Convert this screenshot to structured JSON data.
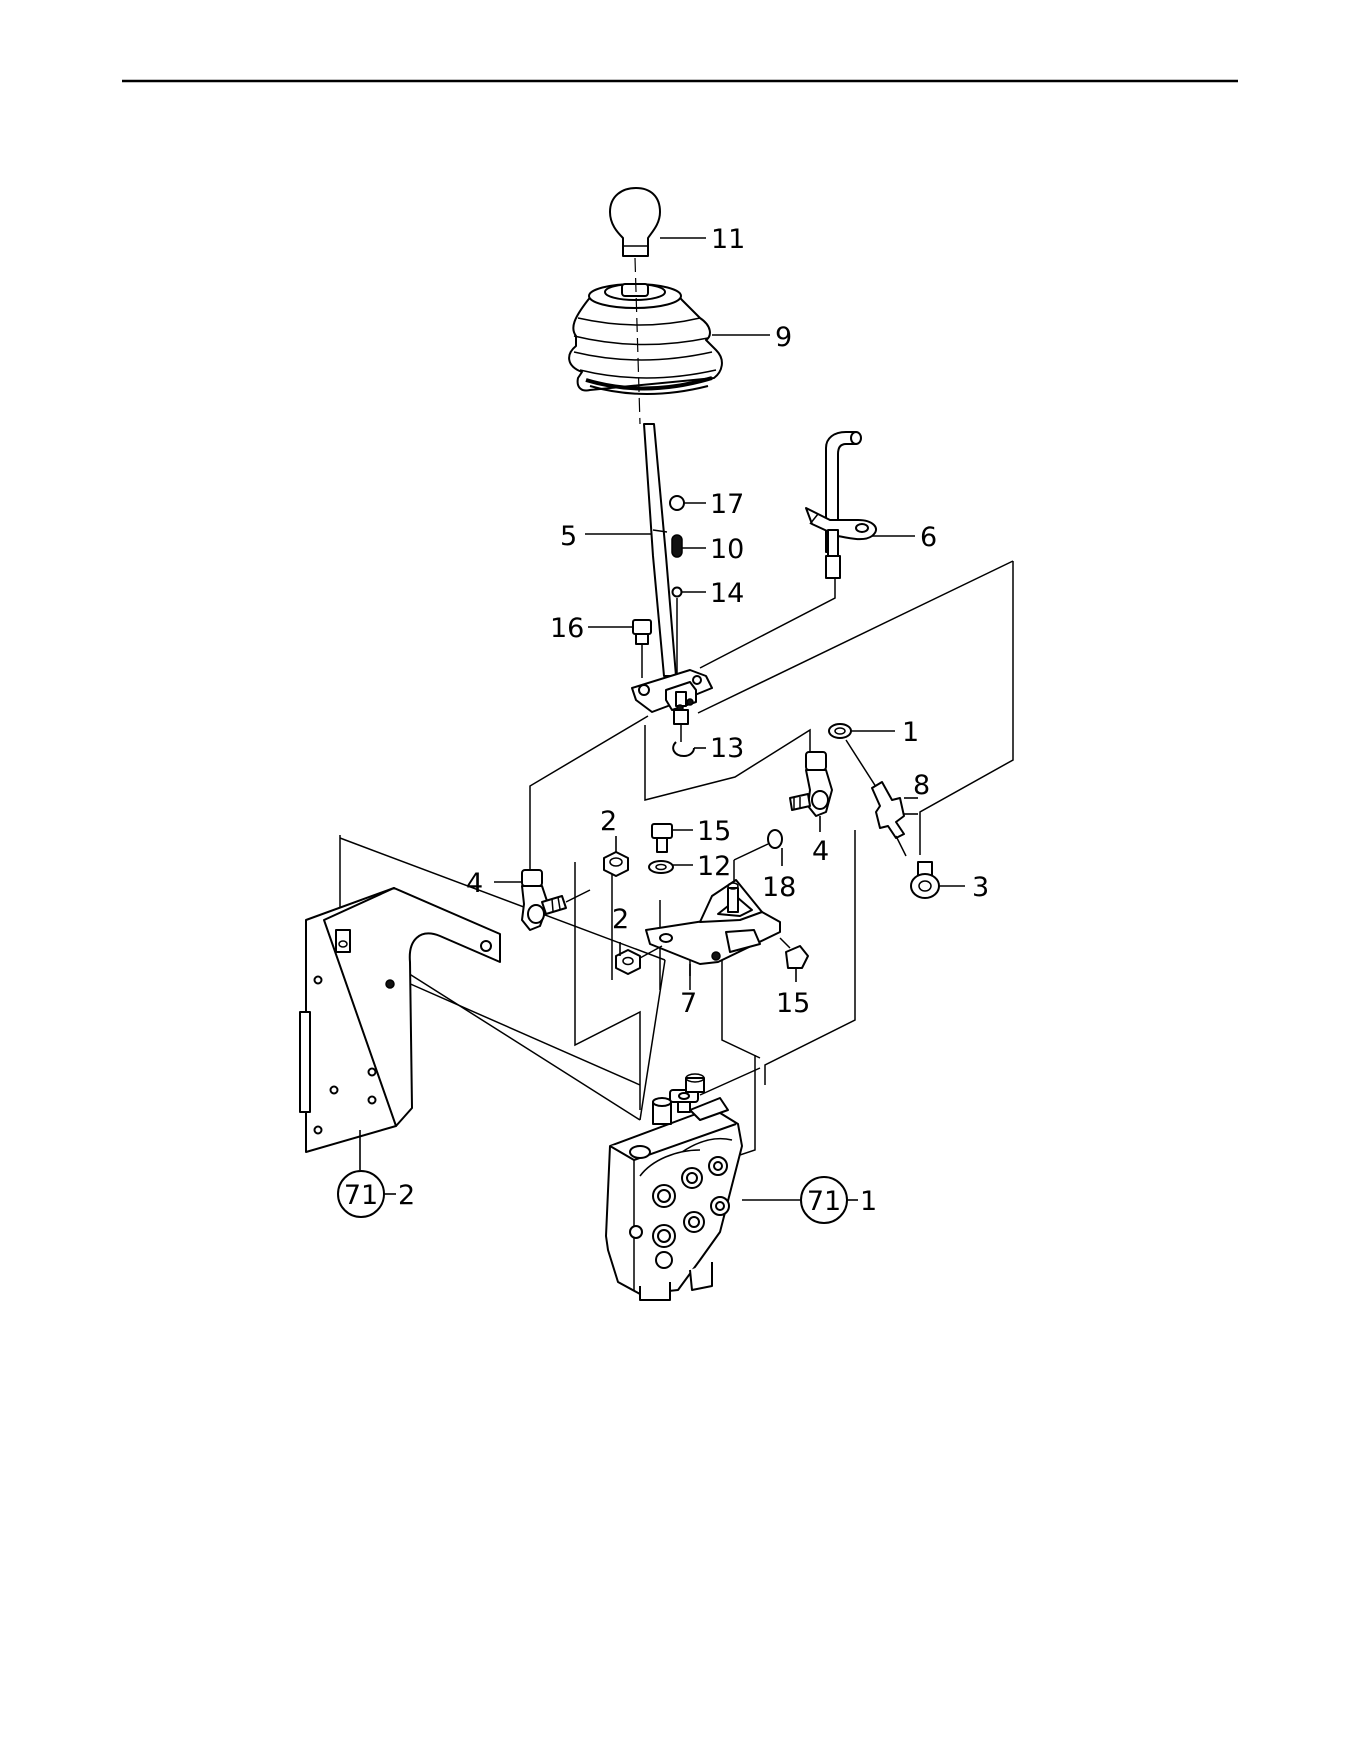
{
  "diagram": {
    "callouts": {
      "c11": "11",
      "c9": "9",
      "c17": "17",
      "c5": "5",
      "c10": "10",
      "c14": "14",
      "c6": "6",
      "c16": "16",
      "c13": "13",
      "c1": "1",
      "c8": "8",
      "c2a": "2",
      "c15a": "15",
      "c12": "12",
      "c4a": "4",
      "c18": "18",
      "c4b": "4",
      "c3": "3",
      "c2b": "2",
      "c7": "7",
      "c15b": "15"
    },
    "assemblies": {
      "bracket": {
        "circle": "71",
        "suffix": "2"
      },
      "valve": {
        "circle": "71",
        "suffix": "1"
      }
    }
  }
}
